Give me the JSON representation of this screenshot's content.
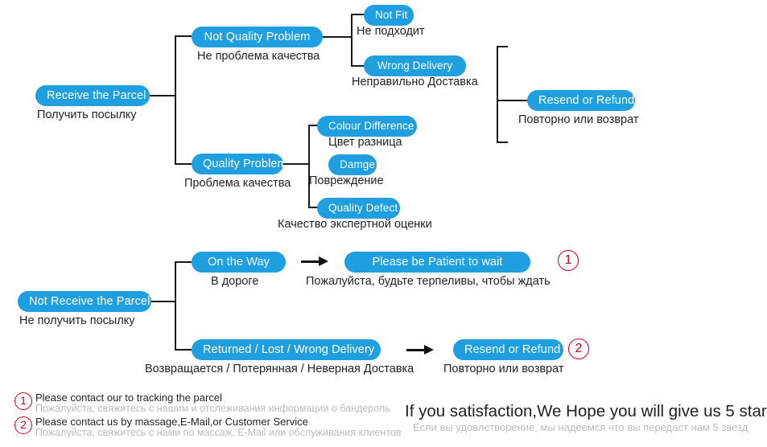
{
  "diagram": {
    "title_absent": true,
    "accent_blue": "#1f9fe0",
    "line_color": "#1a1a1a",
    "red": "#d0021b",
    "muted_gray": "#bcbcbc"
  },
  "branch_received": {
    "root": {
      "en": "Receive the Parcel",
      "ru": "Получить посылку"
    },
    "children": [
      {
        "en": "Not Quality Problem",
        "ru": "Не проблема качества",
        "children": [
          {
            "en": "Not Fit",
            "ru": "Не подходит"
          },
          {
            "en": "Wrong Delivery",
            "ru": "Неправильно Доставка"
          }
        ]
      },
      {
        "en": "Quality Problem",
        "ru": "Проблема качества",
        "children": [
          {
            "en": "Colour Difference",
            "ru": "Цвет разница"
          },
          {
            "en": "Damge",
            "ru": "Повреждение"
          },
          {
            "en": "Quality Defect",
            "ru": "Качество экспертной оценки"
          }
        ]
      }
    ],
    "outcome": {
      "en": "Resend or Refund",
      "ru": "Повторно или возврат"
    }
  },
  "branch_not_received": {
    "root": {
      "en": "Not Receive the Parcel",
      "ru": "Не получить посылку"
    },
    "rows": [
      {
        "cause_en": "On the Way",
        "cause_ru": "В дороге",
        "result_en": "Please be Patient to wait",
        "result_ru": "Пожалуйста, будьте терпеливы, чтобы ждать",
        "marker": "1"
      },
      {
        "cause_en": "Returned / Lost / Wrong Delivery",
        "cause_ru": "Возвращается / Потерянная / Неверная Доставка",
        "result_en": "Resend or Refund",
        "result_ru": "Повторно или возврат",
        "marker": "2"
      }
    ]
  },
  "footer": {
    "notes": [
      {
        "marker": "1",
        "en": "Please contact our to tracking the parcel",
        "ru": "Пожалуйста, свяжитесь с нашим и отслеживания информации о бандероль"
      },
      {
        "marker": "2",
        "en": "Please contact us by massage,E-Mail,or Customer Service",
        "ru": "Пожалуйста, свяжитесь с нами по массаж, E-Mail или обслуживания клиентов"
      }
    ],
    "slogan_en": "If you satisfaction,We Hope you will give us 5 star",
    "slogan_ru": "Если вы удовлетворение, мы надеемся что вы передаст нам 5 звезд"
  }
}
